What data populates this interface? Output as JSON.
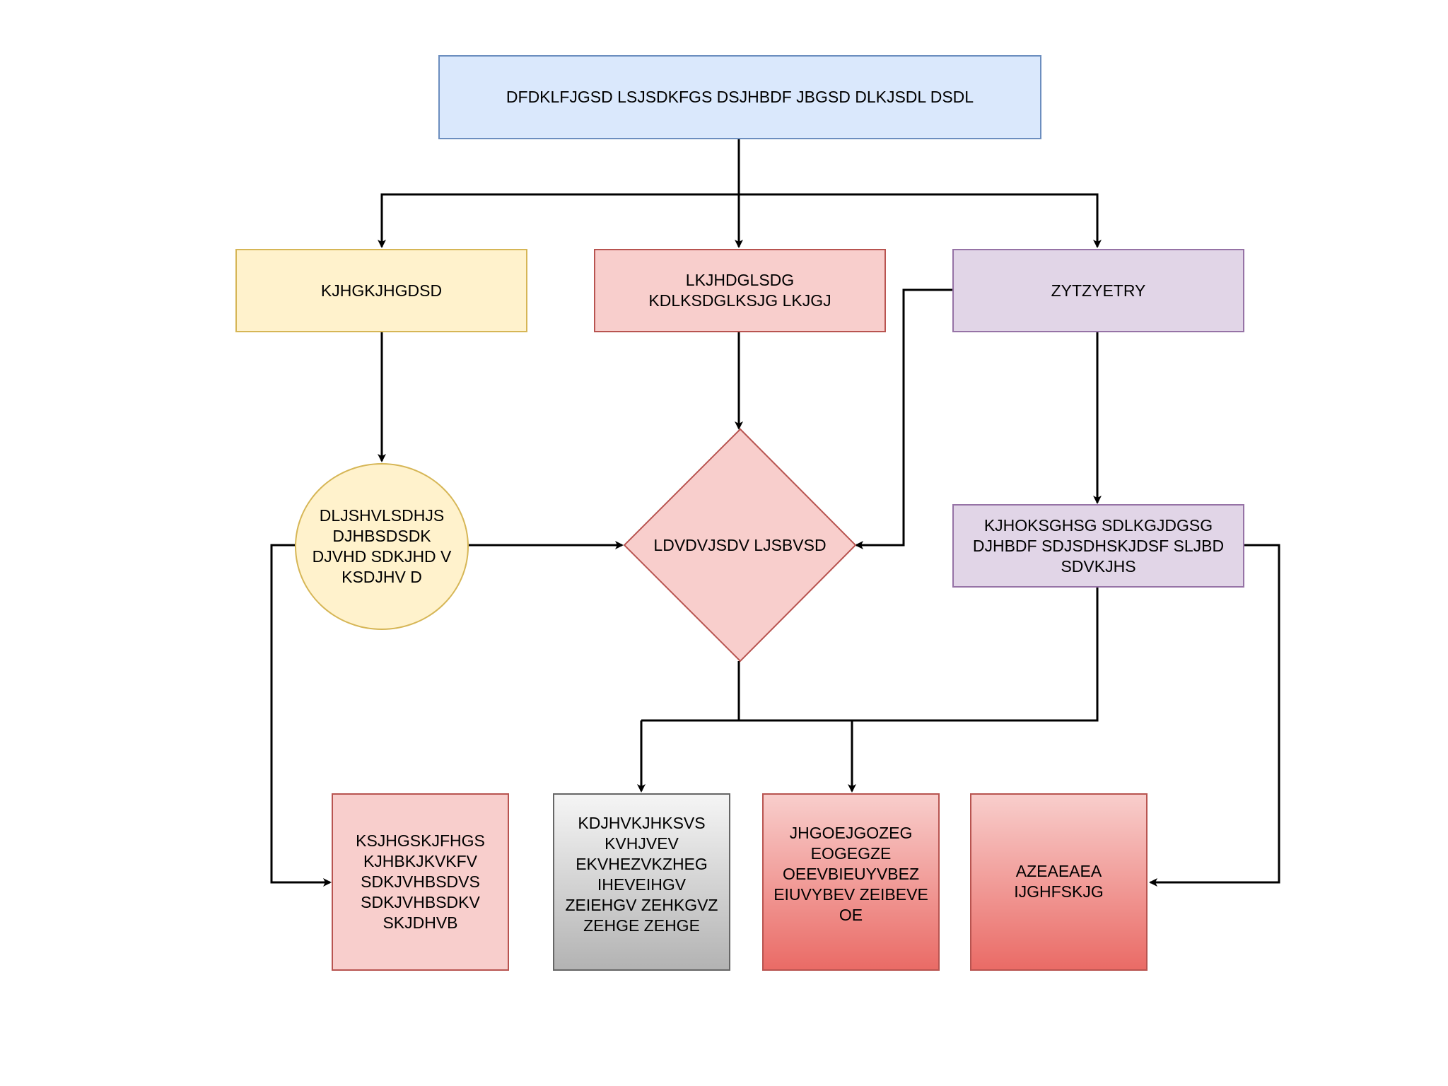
{
  "colors": {
    "blue_fill": "#dae8fc",
    "blue_stroke": "#6c8ebf",
    "yellow_fill": "#fff2cc",
    "yellow_stroke": "#d6b656",
    "red_fill": "#f8cecc",
    "red_stroke": "#b85450",
    "purple_fill": "#e1d5e7",
    "purple_stroke": "#9673a6",
    "gray_gradient": [
      "#f5f5f5",
      "#b3b3b3"
    ],
    "red_gradient": [
      "#f8cecc",
      "#ea6b66"
    ],
    "connector": "#000000"
  },
  "nodes": {
    "top": {
      "text": "DFDKLFJGSD LSJSDKFGS DSJHBDF JBGSD DLKJSDL DSDL"
    },
    "left": {
      "text": "KJHGKJHGDSD"
    },
    "middle": {
      "text": "LKJHDGLSDG\nKDLKSDGLKSJG LKJGJ"
    },
    "right": {
      "text": "ZYTZYETRY"
    },
    "circle": {
      "text": "DLJSHVLSDHJS\nDJHBSDSDK\nDJVHD SDKJHD V\nKSDJHV D"
    },
    "decision": {
      "text": "LDVDVJSDV LJSBVSD"
    },
    "right2": {
      "text": "KJHOKSGHSG SDLKGJDGSG\nDJHBDF SDJSDHSKJDSF SLJBD\nSDVKJHS"
    },
    "out1": {
      "text": "KSJHGSKJFHGS\nKJHBKJKVKFV\nSDKJVHBSDVS\nSDKJVHBSDKV\nSKJDHVB"
    },
    "out2": {
      "text": "KDJHVKJHKSVS\nKVHJVEV\nEKVHEZVKZHEG\nIHEVEIHGV\nZEIEHGV ZEHKGVZ\nZEHGE  ZEHGE"
    },
    "out3": {
      "text": "JHGOEJGOZEG\nEOGEGZE\nOEEVBIEUYVBEZ\nEIUVYBEV ZEIBEVE\nOE"
    },
    "out4": {
      "text": "AZEAEAEA\nIJGHFSKJG"
    }
  }
}
